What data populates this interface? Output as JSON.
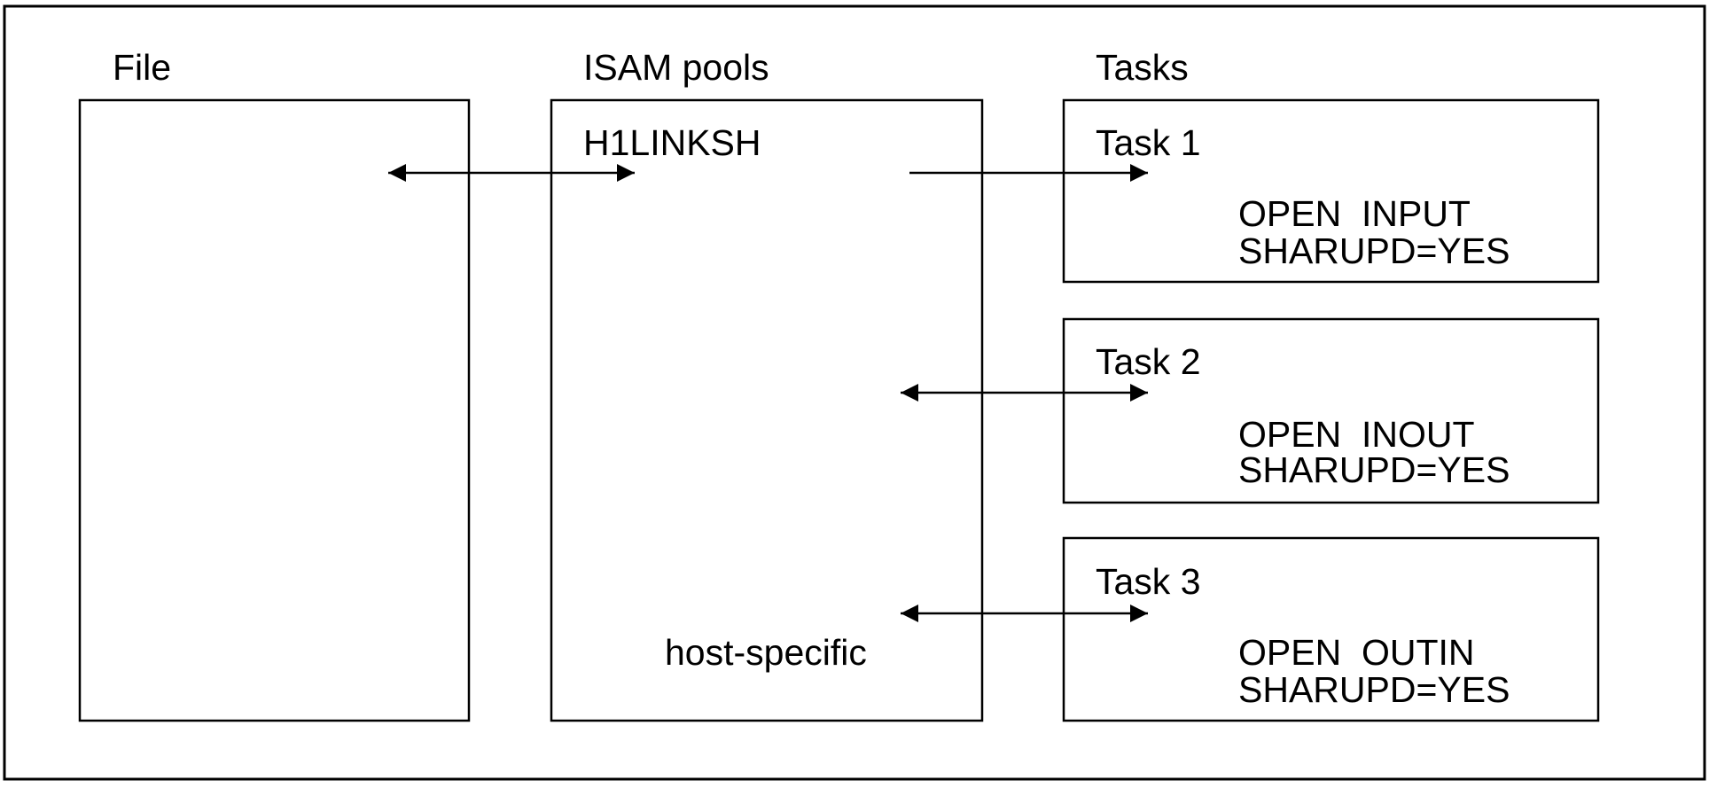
{
  "headers": {
    "file": "File",
    "pools": "ISAM pools",
    "tasks": "Tasks"
  },
  "pool": {
    "name": "H1LINKSH",
    "scope": "host-specific"
  },
  "tasks": [
    {
      "name": "Task 1",
      "open": "OPEN  INPUT",
      "sharupd": "SHARUPD=YES"
    },
    {
      "name": "Task 2",
      "open": "OPEN  INOUT",
      "sharupd": "SHARUPD=YES"
    },
    {
      "name": "Task 3",
      "open": "OPEN  OUTIN",
      "sharupd": "SHARUPD=YES"
    }
  ],
  "colors": {
    "stroke": "#000000",
    "background": "#ffffff"
  }
}
